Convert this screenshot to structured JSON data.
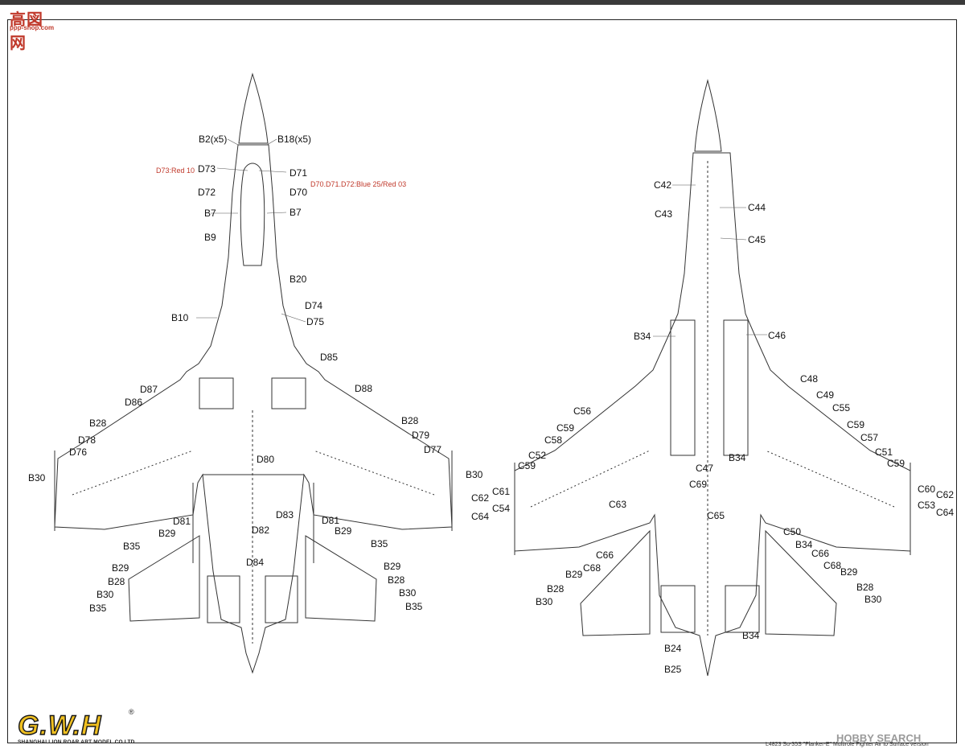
{
  "watermark": {
    "title": "高図网",
    "subtitle": "ppp-shop.com"
  },
  "top_view_labels": [
    "B2(x5)",
    "B18(x5)",
    "D73",
    "D71",
    "D72",
    "D70",
    "B7",
    "B7",
    "B9",
    "B20",
    "D74",
    "B10",
    "D75",
    "D85",
    "D87",
    "D88",
    "D86",
    "B28",
    "B28",
    "D78",
    "D79",
    "D76",
    "D77",
    "B30",
    "D80",
    "B30",
    "D83",
    "D81",
    "D82",
    "D81",
    "B29",
    "B29",
    "B35",
    "B35",
    "D84",
    "B29",
    "B29",
    "B28",
    "B28",
    "B30",
    "B30",
    "B35",
    "B35"
  ],
  "top_view_notes": {
    "d73": "D73:Red 10",
    "d70": "D70.D71.D72:Blue 25/Red 03"
  },
  "bottom_view_labels": [
    "C42",
    "C44",
    "C43",
    "C45",
    "B34",
    "C46",
    "C48",
    "C49",
    "C56",
    "C55",
    "C59",
    "C59",
    "C58",
    "C57",
    "C52",
    "C51",
    "C59",
    "C59",
    "C47",
    "B34",
    "C69",
    "C61",
    "C60",
    "C62",
    "C62",
    "C63",
    "C65",
    "C53",
    "C54",
    "C64",
    "C64",
    "C50",
    "B34",
    "C66",
    "C66",
    "C68",
    "C68",
    "B29",
    "B29",
    "B28",
    "B28",
    "B30",
    "B30",
    "B34",
    "B24",
    "B25"
  ],
  "brand": {
    "logo": "G.W.H",
    "reg": "®",
    "company": "SHANGHAI LION ROAR ART MODEL CO.LTD"
  },
  "footer": {
    "text": "L4823  Su-35S \"Flanker-E\" Multirole Fighter Air to Surface version",
    "hobbysearch": "HOBBY SEARCH"
  }
}
